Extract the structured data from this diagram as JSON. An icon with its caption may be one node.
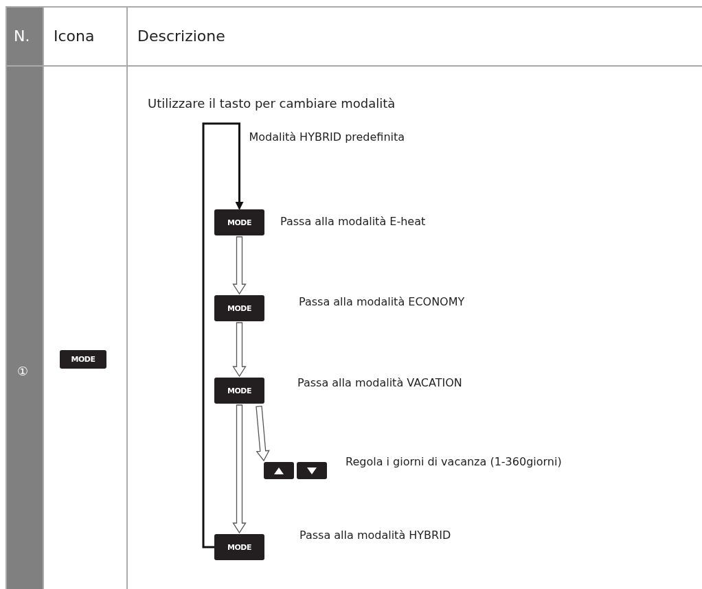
{
  "diagram": {
    "nodes": [
      {
        "text": [
          "MODE"
        ]
      },
      {
        "text": [
          "MODE"
        ],
        "beside": [
          "Passa alla modalità E-heat"
        ]
      },
      {
        "text": [
          "MODE"
        ],
        "beside": [
          "Passa alla modalità ECONOMY"
        ]
      },
      {
        "text": [
          "MODE"
        ],
        "beside": [
          "Passa alla modalità VACATION"
        ]
      },
      {
        "text": [],
        "shape": "box"
      },
      {
        "text": [],
        "shape": "box",
        "beside": [
          "Regola i giorni di vacanza (1-360giorni)"
        ]
      },
      {
        "text": [
          "MODE"
        ],
        "beside": [
          "Passa alla modalità HYBRID"
        ]
      }
    ],
    "edges": [
      {
        "from": 1,
        "to": 2,
        "arrow": "to"
      },
      {
        "from": 2,
        "to": 3,
        "arrow": "to"
      },
      {
        "from": 3,
        "to": 4,
        "arrow": "to"
      },
      {
        "from": 3,
        "to": 6,
        "arrow": "to"
      },
      {
        "from": 6,
        "to": 1,
        "arrow": "to",
        "label": "Modalità HYBRID predefinita"
      }
    ],
    "labels": [
      "N.",
      "Icona",
      "Descrizione",
      "①",
      "Utilizzare il tasto per cambiare modalità"
    ]
  }
}
